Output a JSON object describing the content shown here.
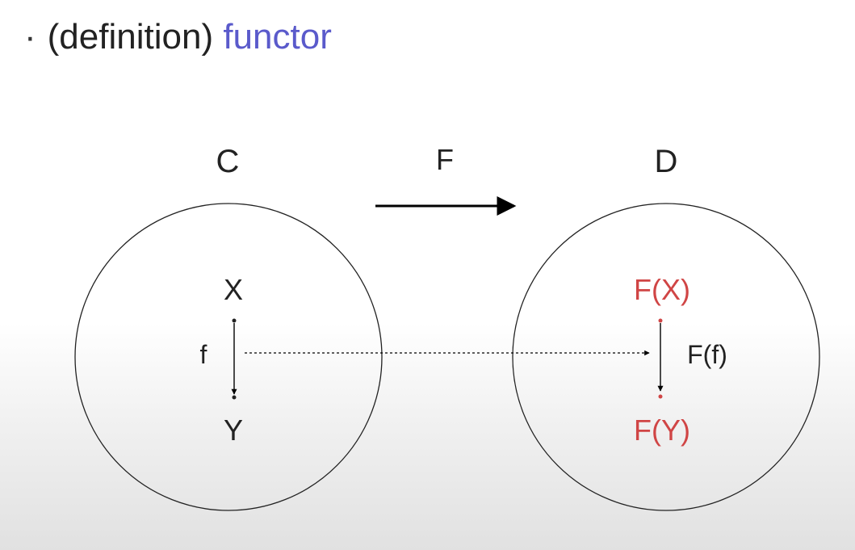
{
  "title": {
    "bullet": "·",
    "prefix": "(definition)",
    "term": "functor"
  },
  "colors": {
    "term": "#5a5acb",
    "image_objects": "#d04545",
    "text": "#222222"
  },
  "diagram": {
    "source_category": "C",
    "target_category": "D",
    "functor_label": "F",
    "source_object_top": "X",
    "source_object_bottom": "Y",
    "source_morphism": "f",
    "target_object_top": "F(X)",
    "target_object_bottom": "F(Y)",
    "target_morphism": "F(f)"
  }
}
